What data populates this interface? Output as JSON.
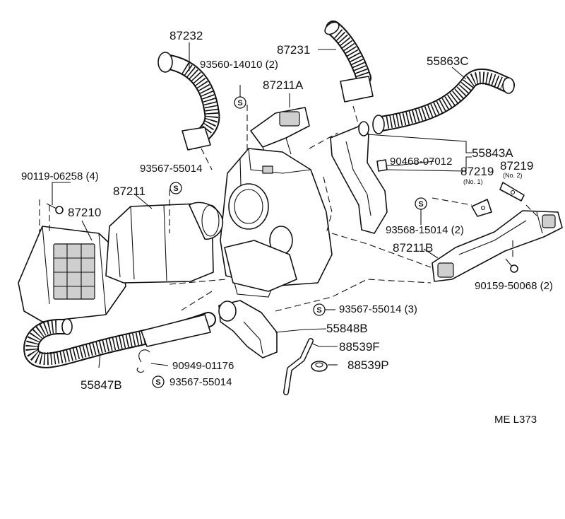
{
  "diagram": {
    "reference_code": "ME L373",
    "callouts": [
      {
        "id": "p87232",
        "text": "87232"
      },
      {
        "id": "p93560",
        "text": "93560-14010 (2)"
      },
      {
        "id": "p87231",
        "text": "87231"
      },
      {
        "id": "p55863c",
        "text": "55863C"
      },
      {
        "id": "p87211a",
        "text": "87211A"
      },
      {
        "id": "p90468",
        "text": "90468-07012"
      },
      {
        "id": "p55843a",
        "text": "55843A"
      },
      {
        "id": "p87219n1",
        "text": "87219"
      },
      {
        "id": "p87219n1sub",
        "text": "(No. 1)"
      },
      {
        "id": "p87219n2",
        "text": "87219"
      },
      {
        "id": "p87219n2sub",
        "text": "(No. 2)"
      },
      {
        "id": "p90119",
        "text": "90119-06258 (4)"
      },
      {
        "id": "p93567a",
        "text": "93567-55014"
      },
      {
        "id": "p87211",
        "text": "87211"
      },
      {
        "id": "p87210",
        "text": "87210"
      },
      {
        "id": "p93568",
        "text": "93568-15014 (2)"
      },
      {
        "id": "p87211b",
        "text": "87211B"
      },
      {
        "id": "p90159",
        "text": "90159-50068 (2)"
      },
      {
        "id": "p93567b",
        "text": "93567-55014 (3)"
      },
      {
        "id": "p55848b",
        "text": "55848B"
      },
      {
        "id": "p88539f",
        "text": "88539F"
      },
      {
        "id": "p88539p",
        "text": "88539P"
      },
      {
        "id": "p90949",
        "text": "90949-01176"
      },
      {
        "id": "p93567c",
        "text": "93567-55014"
      },
      {
        "id": "p55847b",
        "text": "55847B"
      }
    ],
    "symbol_letter": "S"
  }
}
